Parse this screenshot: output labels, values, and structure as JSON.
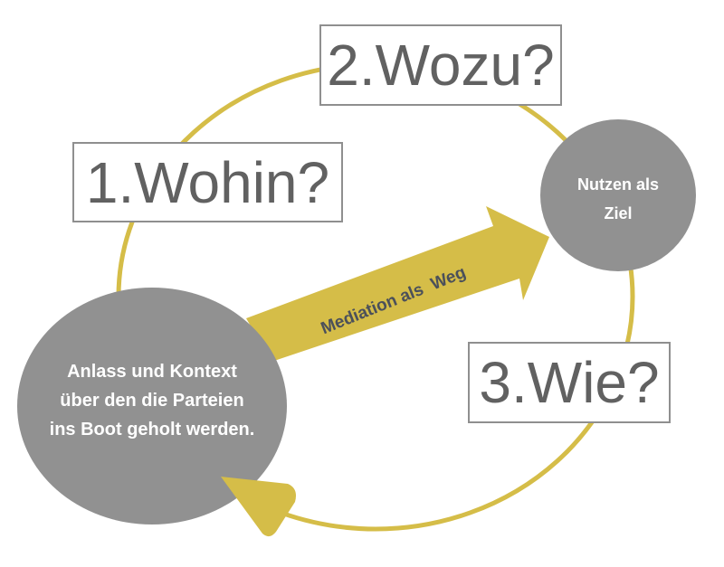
{
  "questions": {
    "q1": "1.Wohin?",
    "q2": "2.Wozu?",
    "q3": "3.Wie?"
  },
  "nodes": {
    "start": [
      "Anlass und Kontext",
      "über den die Parteien",
      "ins Boot geholt werden."
    ],
    "goal": [
      "Nutzen als",
      "Ziel"
    ]
  },
  "arrow_label": "Mediation als  Weg",
  "colors": {
    "gold": "#d5bd48",
    "grey": "#919191",
    "text": "#616161"
  }
}
